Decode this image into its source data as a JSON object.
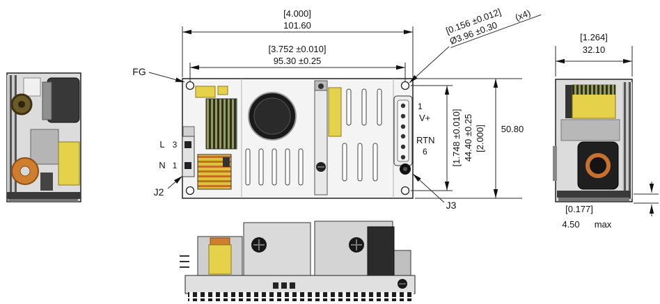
{
  "dims": {
    "overall_width": {
      "in": "[4.000]",
      "mm": "101.60"
    },
    "mount_width": {
      "in": "[3.752 ±0.010]",
      "mm": "95.30 ±0.25"
    },
    "mount_hole": {
      "in": "[0.156 ±0.012]",
      "mm": "Ø3.96 ±0.30",
      "qty": "(x4)"
    },
    "side_width": {
      "in": "[1.264]",
      "mm": "32.10"
    },
    "overall_height": {
      "in": "[2.000]",
      "mm": "50.80"
    },
    "mount_height": {
      "in": "[1.748 ±0.010]",
      "mm": "44.40 ±0.25"
    },
    "component_height": {
      "in": "[0.177]",
      "mm": "4.50",
      "suffix": "max"
    }
  },
  "labels": {
    "frame_ground": "FG",
    "input_connector": "J2",
    "output_connector": "J3",
    "line": "L",
    "line_pin": "3",
    "neutral": "N",
    "neutral_pin": "1",
    "output_positive": "V+",
    "output_positive_pin": "1",
    "output_return": "RTN",
    "output_return_pin": "6"
  },
  "palette": {
    "component_yellow": "#e6d24a",
    "component_orange": "#cf7d2e",
    "metal_dark": "#2a2a2a",
    "body_gray": "#dcdcdc",
    "line_color": "#111111"
  }
}
